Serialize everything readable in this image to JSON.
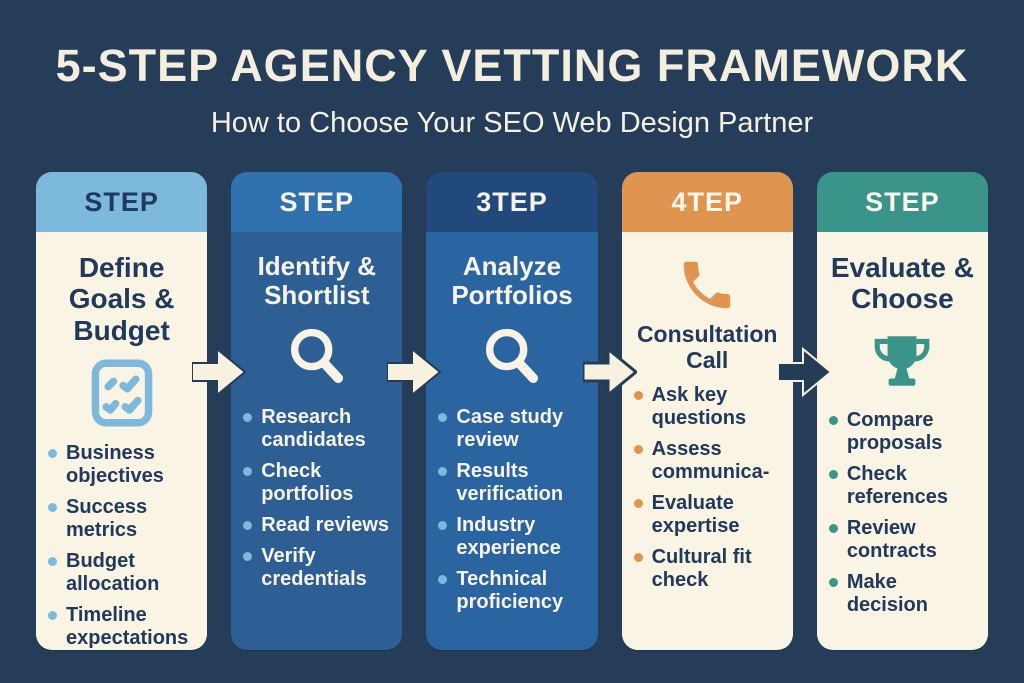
{
  "title": "5-STEP AGENCY VETTING FRAMEWORK",
  "subtitle": "How to Choose Your SEO Web Design Partner",
  "colors": {
    "background": "#253d58",
    "title_text": "#f3eedd",
    "card_body_cream": "#faf4e4",
    "navy_text": "#21395b",
    "step1_header_blue": "#7cb9dd",
    "step2_header_blue": "#2f72ad",
    "step2_body_blue": "#2d5f94",
    "step3_header_blue": "#21497c",
    "step3_body_blue": "#2b65a1",
    "step4_accent_orange": "#df9450",
    "step5_accent_teal": "#3a948a",
    "bullet_dot_blue": "#7cb9dd",
    "arrow_cream": "#f7f1e0",
    "arrow_navy": "#243c55"
  },
  "steps": [
    {
      "badge": "STEP",
      "title": "Define Goals & Budget",
      "icon": "checklist-icon",
      "bullets": [
        "Business objectives",
        "Success metrics",
        "Budget allocation",
        "Timeline expectations"
      ]
    },
    {
      "badge": "STEP",
      "title": "Identify & Shortlist",
      "icon": "magnifier-icon",
      "bullets": [
        "Research candidates",
        "Check portfolios",
        "Read reviews",
        "Verify credentials"
      ]
    },
    {
      "badge": "3TEP",
      "title": "Analyze Portfolios",
      "icon": "magnifier-icon",
      "bullets": [
        "Case study review",
        "Results verification",
        "Industry experience",
        "Technical proficiency"
      ]
    },
    {
      "badge": "4TEP",
      "title": "Consultation Call",
      "icon": "phone-icon",
      "bullets": [
        "Ask key questions",
        "Assess communica-",
        "Evaluate expertise",
        "Cultural fit check"
      ]
    },
    {
      "badge": "STEP",
      "title": "Evaluate & Choose",
      "icon": "trophy-icon",
      "bullets": [
        "Compare proposals",
        "Check references",
        "Review contracts",
        "Make decision"
      ]
    }
  ]
}
